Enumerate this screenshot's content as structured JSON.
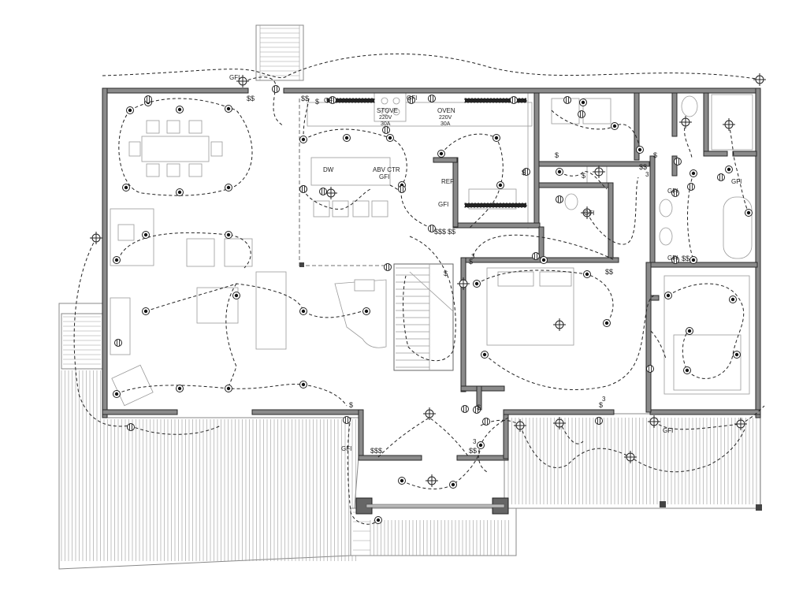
{
  "labels": {
    "stove": "STOVE",
    "stove_volt": "220V",
    "stove_amp": "30A",
    "oven": "OVEN",
    "oven_volt": "220V",
    "oven_amp": "30A",
    "dw": "DW",
    "abv_ctr": "ABV CTR",
    "abv_gfi": "GFI",
    "ref": "REF",
    "gfi": "GFI",
    "three_way": "3",
    "switch": "$",
    "double_switch": "$$",
    "triple_switch": "$$$"
  },
  "legend_symbols": {
    "ceiling_light": "circle-crosshair-icon",
    "recessed_light": "dot-circle-icon",
    "outlet": "duplex-outlet-icon"
  },
  "colors": {
    "wall": "#8a8a8a",
    "line": "#222222",
    "deck": "#9a9a9a",
    "background": "#ffffff"
  }
}
